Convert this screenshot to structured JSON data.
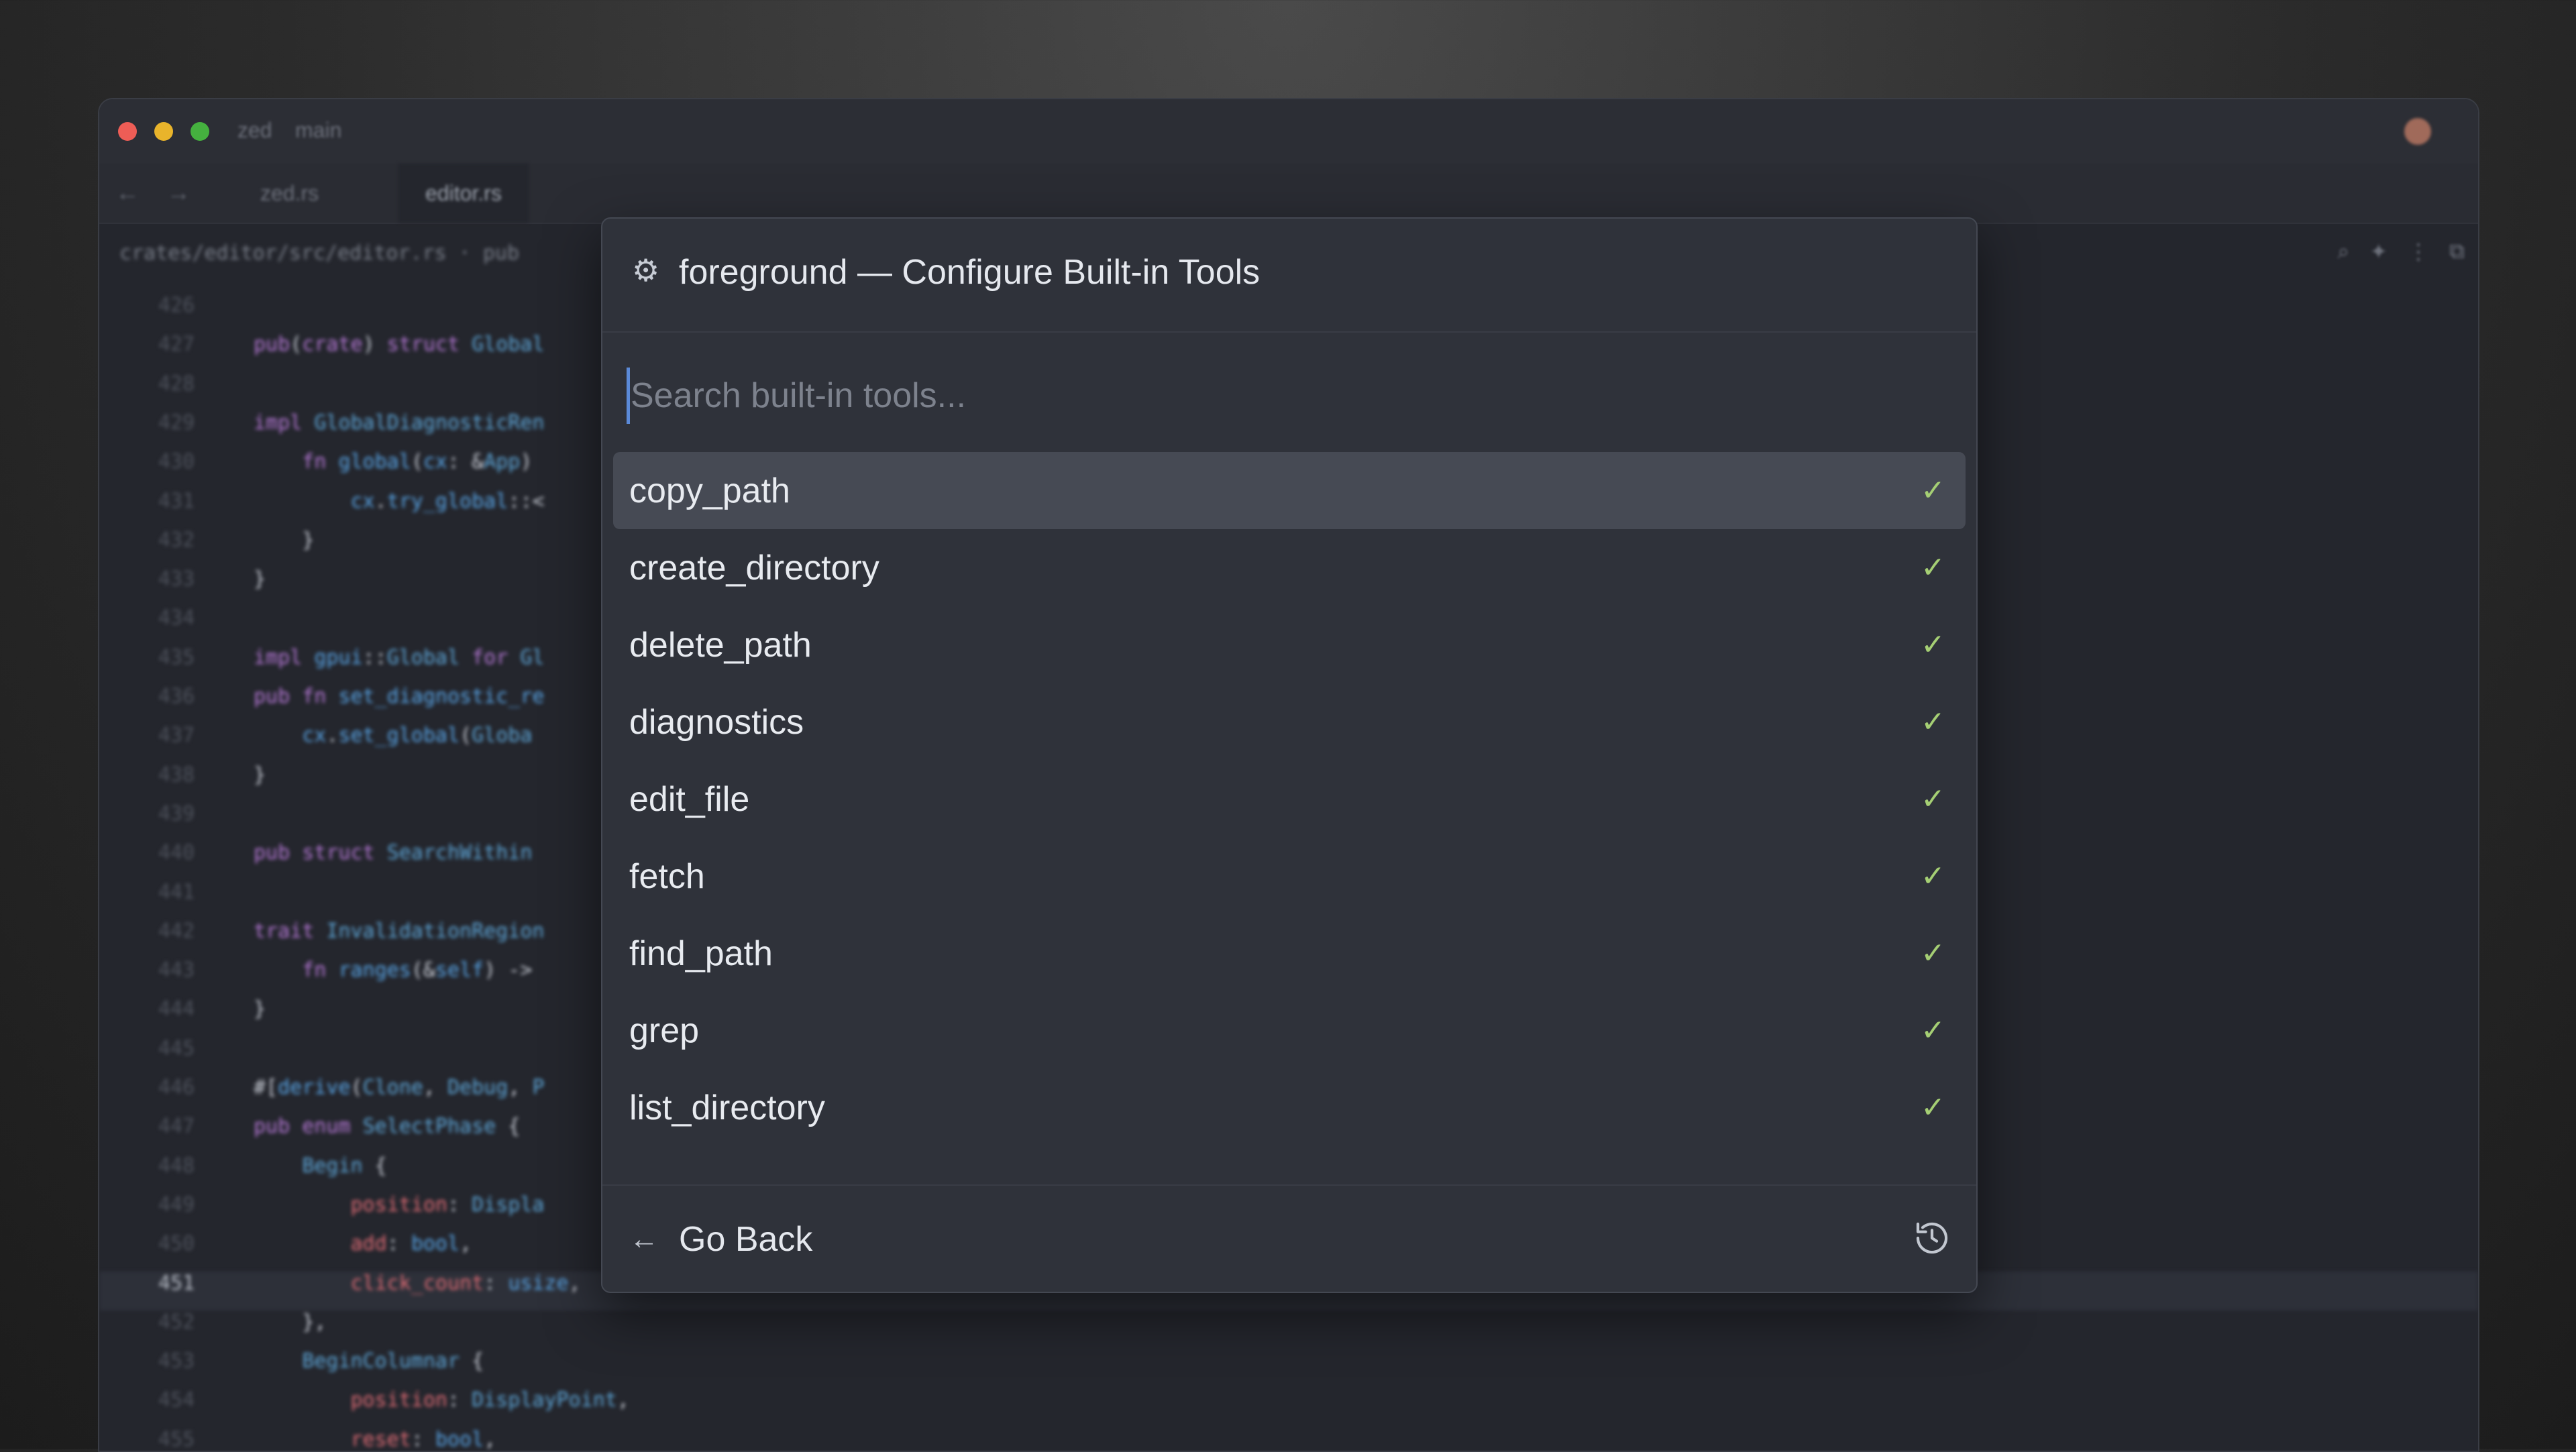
{
  "window": {
    "title_project": "zed",
    "title_branch": "main",
    "tabs": [
      {
        "label": "zed.rs"
      },
      {
        "label": "editor.rs"
      }
    ],
    "breadcrumb": "crates/editor/src/editor.rs · pub"
  },
  "code_lines": [
    {
      "n": "426",
      "text": ""
    },
    {
      "n": "427",
      "text": "pub(crate) struct Global"
    },
    {
      "n": "428",
      "text": ""
    },
    {
      "n": "429",
      "text": "impl GlobalDiagnosticRen"
    },
    {
      "n": "430",
      "text": "    fn global(cx: &App)"
    },
    {
      "n": "431",
      "text": "        cx.try_global::<"
    },
    {
      "n": "432",
      "text": "    }"
    },
    {
      "n": "433",
      "text": "}"
    },
    {
      "n": "434",
      "text": ""
    },
    {
      "n": "435",
      "text": "impl gpui::Global for Gl"
    },
    {
      "n": "436",
      "text": "pub fn set_diagnostic_re"
    },
    {
      "n": "437",
      "text": "    cx.set_global(Globa"
    },
    {
      "n": "438",
      "text": "}"
    },
    {
      "n": "439",
      "text": ""
    },
    {
      "n": "440",
      "text": "pub struct SearchWithin"
    },
    {
      "n": "441",
      "text": ""
    },
    {
      "n": "442",
      "text": "trait InvalidationRegion"
    },
    {
      "n": "443",
      "text": "    fn ranges(&self) ->"
    },
    {
      "n": "444",
      "text": "}"
    },
    {
      "n": "445",
      "text": ""
    },
    {
      "n": "446",
      "text": "#[derive(Clone, Debug, P"
    },
    {
      "n": "447",
      "text": "pub enum SelectPhase {"
    },
    {
      "n": "448",
      "text": "    Begin {"
    },
    {
      "n": "449",
      "text": "        position: Displa"
    },
    {
      "n": "450",
      "text": "        add: bool,"
    },
    {
      "n": "451",
      "text": "        click_count: usize,"
    },
    {
      "n": "452",
      "text": "    },"
    },
    {
      "n": "453",
      "text": "    BeginColumnar {"
    },
    {
      "n": "454",
      "text": "        position: DisplayPoint,"
    },
    {
      "n": "455",
      "text": "        reset: bool,"
    }
  ],
  "modal": {
    "title": "foreground — Configure Built-in Tools",
    "search_placeholder": "Search built-in tools...",
    "items": [
      {
        "label": "copy_path",
        "check": "✓"
      },
      {
        "label": "create_directory",
        "check": "✓"
      },
      {
        "label": "delete_path",
        "check": "✓"
      },
      {
        "label": "diagnostics",
        "check": "✓"
      },
      {
        "label": "edit_file",
        "check": "✓"
      },
      {
        "label": "fetch",
        "check": "✓"
      },
      {
        "label": "find_path",
        "check": "✓"
      },
      {
        "label": "grep",
        "check": "✓"
      },
      {
        "label": "list_directory",
        "check": "✓"
      }
    ],
    "footer": {
      "back_label": "Go Back"
    }
  },
  "colors": {
    "accent": "#5b8ad8",
    "check": "#a5cf74",
    "selected_row": "#464a54",
    "modal_bg": "#2f323a"
  }
}
